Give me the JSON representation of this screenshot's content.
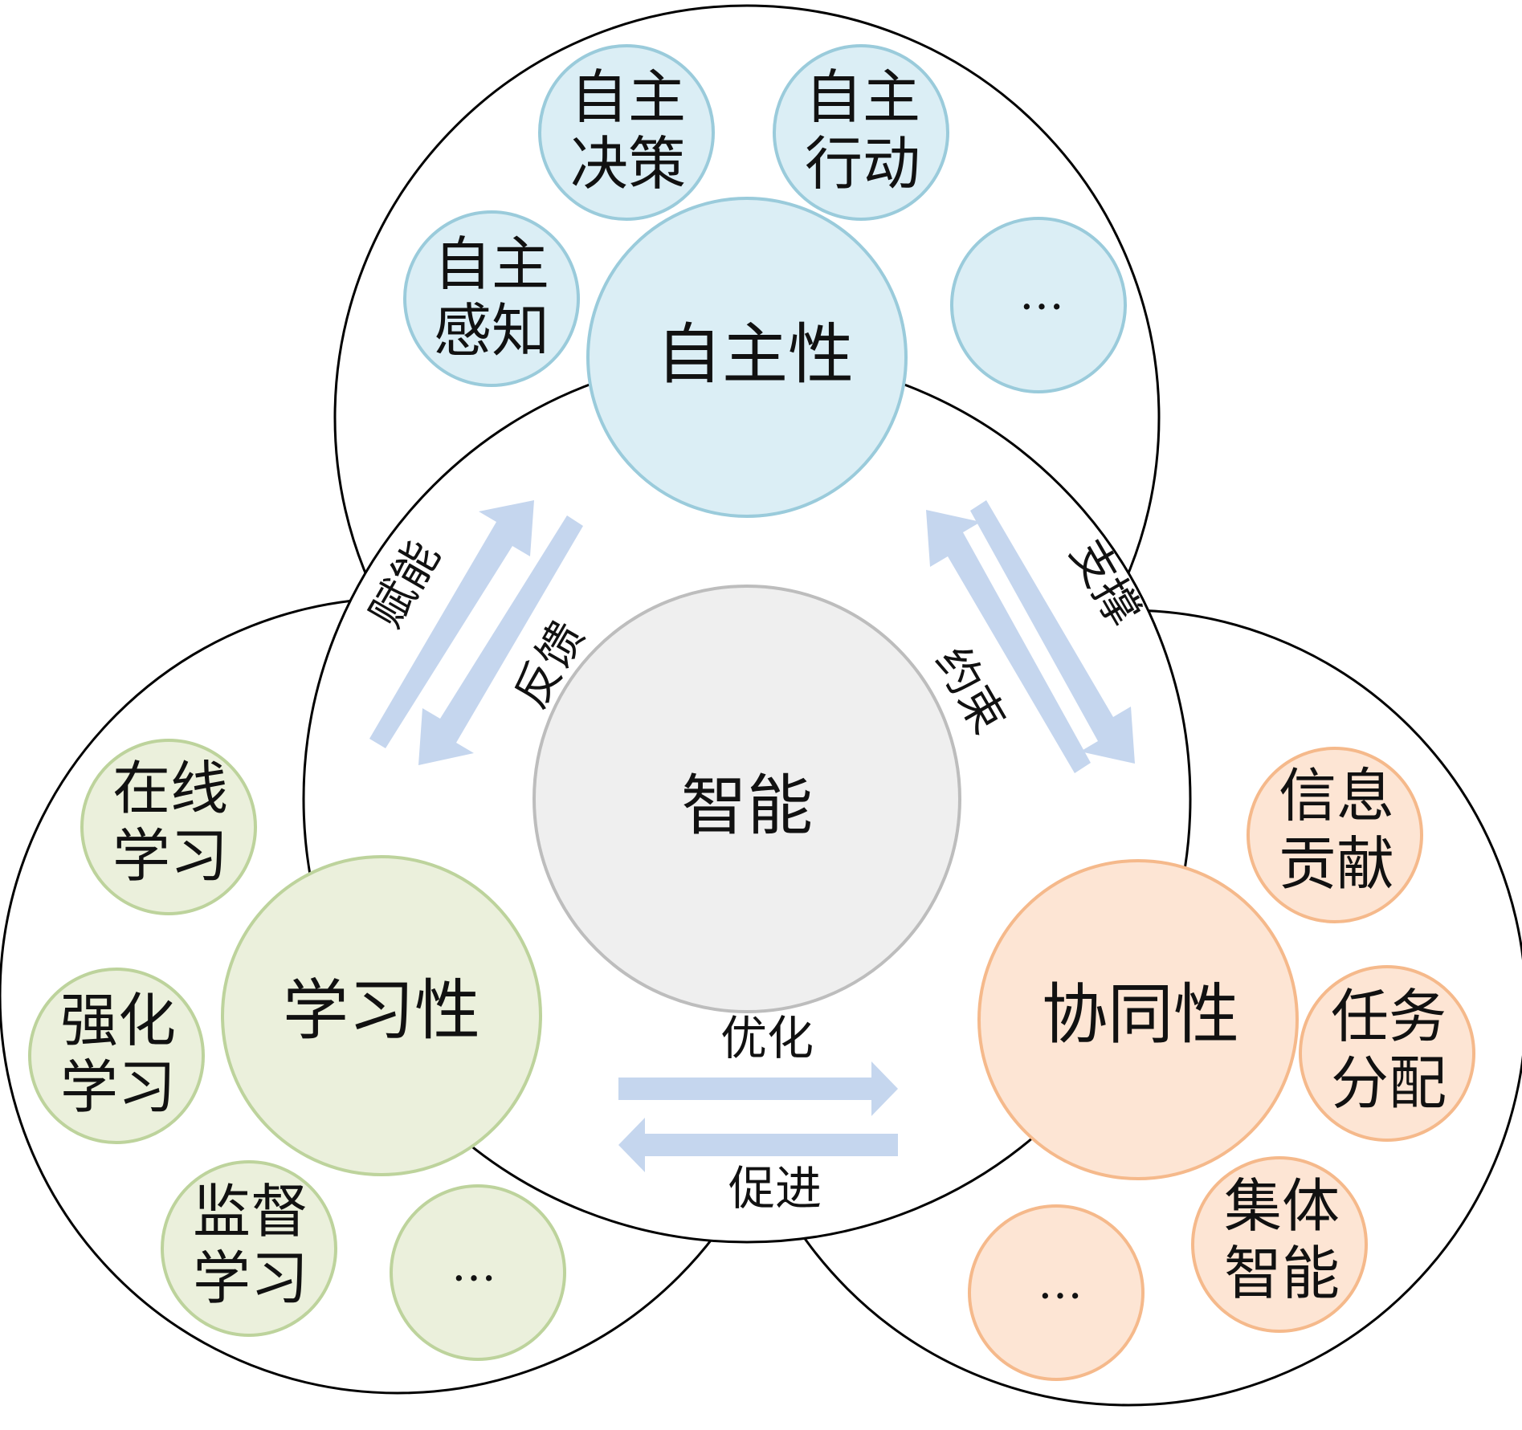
{
  "center": {
    "label": "智能"
  },
  "autonomy": {
    "label": "自主性",
    "color_fill": "#dbeef5",
    "color_stroke": "#9acbdb",
    "subs": [
      {
        "line1": "自主",
        "line2": "决策"
      },
      {
        "line1": "自主",
        "line2": "行动"
      },
      {
        "line1": "自主",
        "line2": "感知"
      },
      {
        "line1": "…",
        "line2": ""
      }
    ]
  },
  "learning": {
    "label": "学习性",
    "color_fill": "#ebf0dc",
    "color_stroke": "#bdd39c",
    "subs": [
      {
        "line1": "在线",
        "line2": "学习"
      },
      {
        "line1": "强化",
        "line2": "学习"
      },
      {
        "line1": "监督",
        "line2": "学习"
      },
      {
        "line1": "…",
        "line2": ""
      }
    ]
  },
  "cooperation": {
    "label": "协同性",
    "color_fill": "#fde5d4",
    "color_stroke": "#f5b98b",
    "subs": [
      {
        "line1": "信息",
        "line2": "贡献"
      },
      {
        "line1": "任务",
        "line2": "分配"
      },
      {
        "line1": "集体",
        "line2": "智能"
      },
      {
        "line1": "…",
        "line2": ""
      }
    ]
  },
  "relations": {
    "empower": "赋能",
    "feedback": "反馈",
    "support": "支撑",
    "constrain": "约束",
    "optimize": "优化",
    "promote": "促进"
  },
  "colors": {
    "arrow": "#c5d6ee",
    "center_fill": "#efefef",
    "center_stroke": "#bdbdbd",
    "outline": "#000000"
  }
}
